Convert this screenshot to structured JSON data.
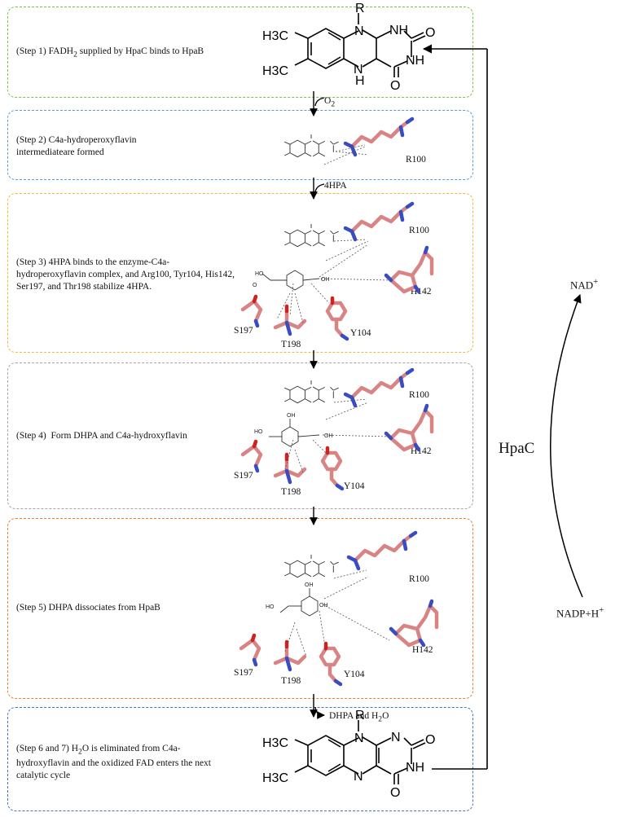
{
  "steps": [
    {
      "text_html": "(Step 1) FADH<sub>2</sub> supplied by HpaC binds to HpaB",
      "color": "#7cc14e"
    },
    {
      "text_html": "(Step 2) C4a-hydroperoxyflavin intermediateare formed",
      "color": "#5b9bd5"
    },
    {
      "text_html": "(Step 3) 4HPA binds to the enzyme-C4a-hydroperoxyflavin complex, and Arg100, Tyr104, His142, Ser197, and Thr198 stabilize 4HPA.",
      "color": "#f4b83a"
    },
    {
      "text_html": "(Step 4)&nbsp; Form DHPA and C4a-hydroxyflavin",
      "color": "#a6a6a6"
    },
    {
      "text_html": "(Step 5) DHPA dissociates from HpaB",
      "color": "#ed7d31"
    },
    {
      "text_html": "(Step 6 and 7) H<sub>2</sub>O is eliminated from C4a-hydroxyflavin and the oxidized FAD enters the next catalytic cycle",
      "color": "#4472c4"
    }
  ],
  "transitions": {
    "o2_html": "O<sub>2</sub>",
    "hpa": "4HPA",
    "dhpa_h2o_html": "DHPA and H<sub>2</sub>O"
  },
  "residues": {
    "r100": "R100",
    "h142": "H142",
    "y104": "Y104",
    "s197": "S197",
    "t198": "T198"
  },
  "cycle": {
    "hpac": "HpaC",
    "nad_html": "NAD<sup>+</sup>",
    "nadp_html": "NADP+H<sup>+</sup>"
  },
  "molecule": {
    "r": "R",
    "n": "N",
    "nh": "NH",
    "h": "H",
    "o": "O",
    "methyl1": "H3C",
    "methyl2": "H3C"
  },
  "colors": {
    "carbon": "#d98484",
    "nitrogen": "#3b4cc0",
    "oxygen": "#cc2222"
  }
}
